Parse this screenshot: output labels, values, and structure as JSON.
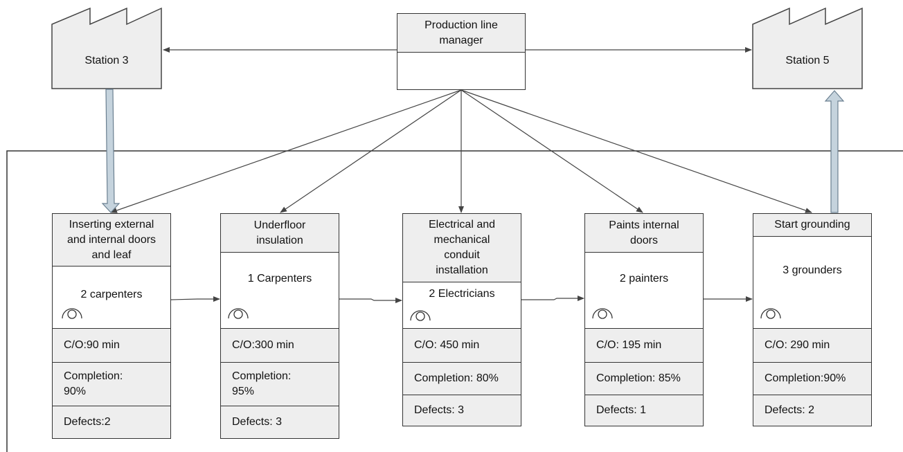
{
  "manager": {
    "title": "Production line\nmanager"
  },
  "stations": {
    "left": "Station 3",
    "right": "Station 5"
  },
  "processes": [
    {
      "title": "Inserting external\nand internal doors\nand leaf",
      "operators": "2 carpenters",
      "co": "C/O:90 min",
      "completion": "Completion:\n90%",
      "defects": "Defects:2"
    },
    {
      "title": "Underfloor\ninsulation",
      "operators": "1 Carpenters",
      "co": "C/O:300 min",
      "completion": "Completion:\n95%",
      "defects": "Defects: 3"
    },
    {
      "title": "Electrical and\nmechanical\nconduit\ninstallation",
      "operators": "2 Electricians",
      "co": "C/O: 450 min",
      "completion": "Completion: 80%",
      "defects": "Defects: 3"
    },
    {
      "title": "Paints internal\ndoors",
      "operators": "2 painters",
      "co": "C/O: 195 min",
      "completion": "Completion: 85%",
      "defects": "Defects: 1"
    },
    {
      "title": "Start grounding",
      "operators": "3 grounders",
      "co": "C/O: 290 min",
      "completion": "Completion:90%",
      "defects": "Defects: 2"
    }
  ],
  "icons": {
    "operator": "operator-icon",
    "factory": "factory-icon"
  }
}
